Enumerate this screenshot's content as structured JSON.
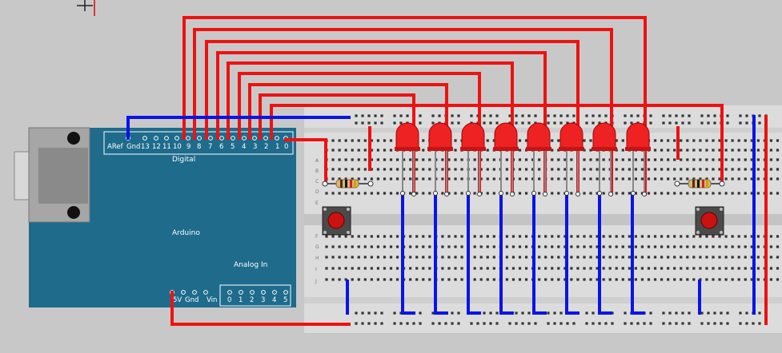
{
  "arduino": {
    "name": "Arduino",
    "digital_label": "Digital",
    "analog_label": "Analog In",
    "digital_pins": [
      "ARef",
      "Gnd",
      "13",
      "12",
      "11",
      "10",
      "9",
      "8",
      "7",
      "6",
      "5",
      "4",
      "3",
      "2",
      "1",
      "0"
    ],
    "power_pins": [
      "5V",
      "Gnd",
      "Vin"
    ],
    "analog_pins": [
      "0",
      "1",
      "2",
      "3",
      "4",
      "5"
    ],
    "board_color": "#1e6b8c"
  },
  "breadboard": {
    "row_letters": [
      "A",
      "B",
      "C",
      "D",
      "E",
      "F",
      "G",
      "H",
      "I",
      "J"
    ],
    "board_color": "#dcdcdc",
    "hole_color": "#333333"
  },
  "components": {
    "led_count": 8,
    "led_color": "#ee2222",
    "resistor_count": 2,
    "pushbutton_count": 2,
    "pushbutton_color": "#cc1111"
  },
  "wires": {
    "signal_color": "#ee1111",
    "ground_color": "#0a14e6"
  }
}
